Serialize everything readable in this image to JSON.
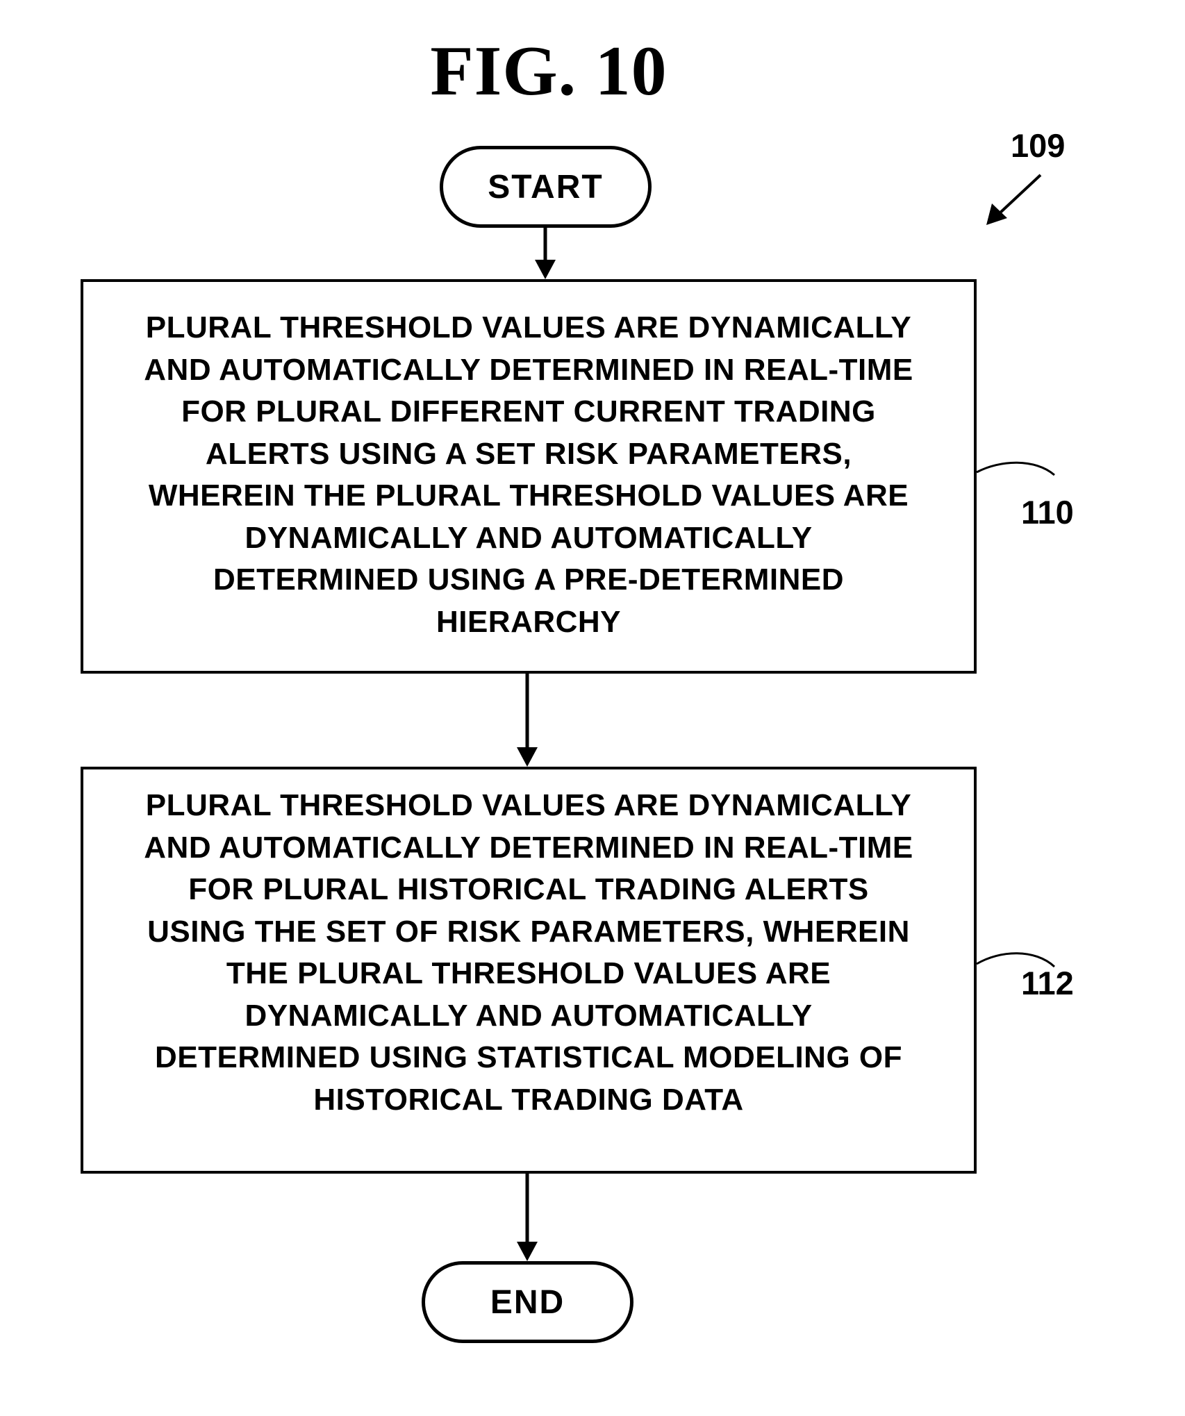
{
  "figure": {
    "title": "FIG. 10",
    "reference": "109"
  },
  "start": {
    "label": "START"
  },
  "steps": [
    {
      "ref": "110",
      "text": "PLURAL THRESHOLD VALUES ARE DYNAMICALLY\nAND AUTOMATICALLY DETERMINED IN REAL-TIME\nFOR PLURAL DIFFERENT CURRENT TRADING\nALERTS USING A SET RISK PARAMETERS,\nWHEREIN THE PLURAL THRESHOLD VALUES ARE\nDYNAMICALLY AND AUTOMATICALLY\nDETERMINED USING A PRE-DETERMINED\nHIERARCHY"
    },
    {
      "ref": "112",
      "text": "PLURAL THRESHOLD VALUES ARE DYNAMICALLY\nAND AUTOMATICALLY DETERMINED IN REAL-TIME\nFOR PLURAL HISTORICAL TRADING ALERTS\nUSING THE SET OF RISK PARAMETERS, WHEREIN\nTHE PLURAL THRESHOLD VALUES ARE\nDYNAMICALLY AND AUTOMATICALLY\nDETERMINED USING STATISTICAL MODELING OF\nHISTORICAL TRADING DATA"
    }
  ],
  "end": {
    "label": "END"
  }
}
